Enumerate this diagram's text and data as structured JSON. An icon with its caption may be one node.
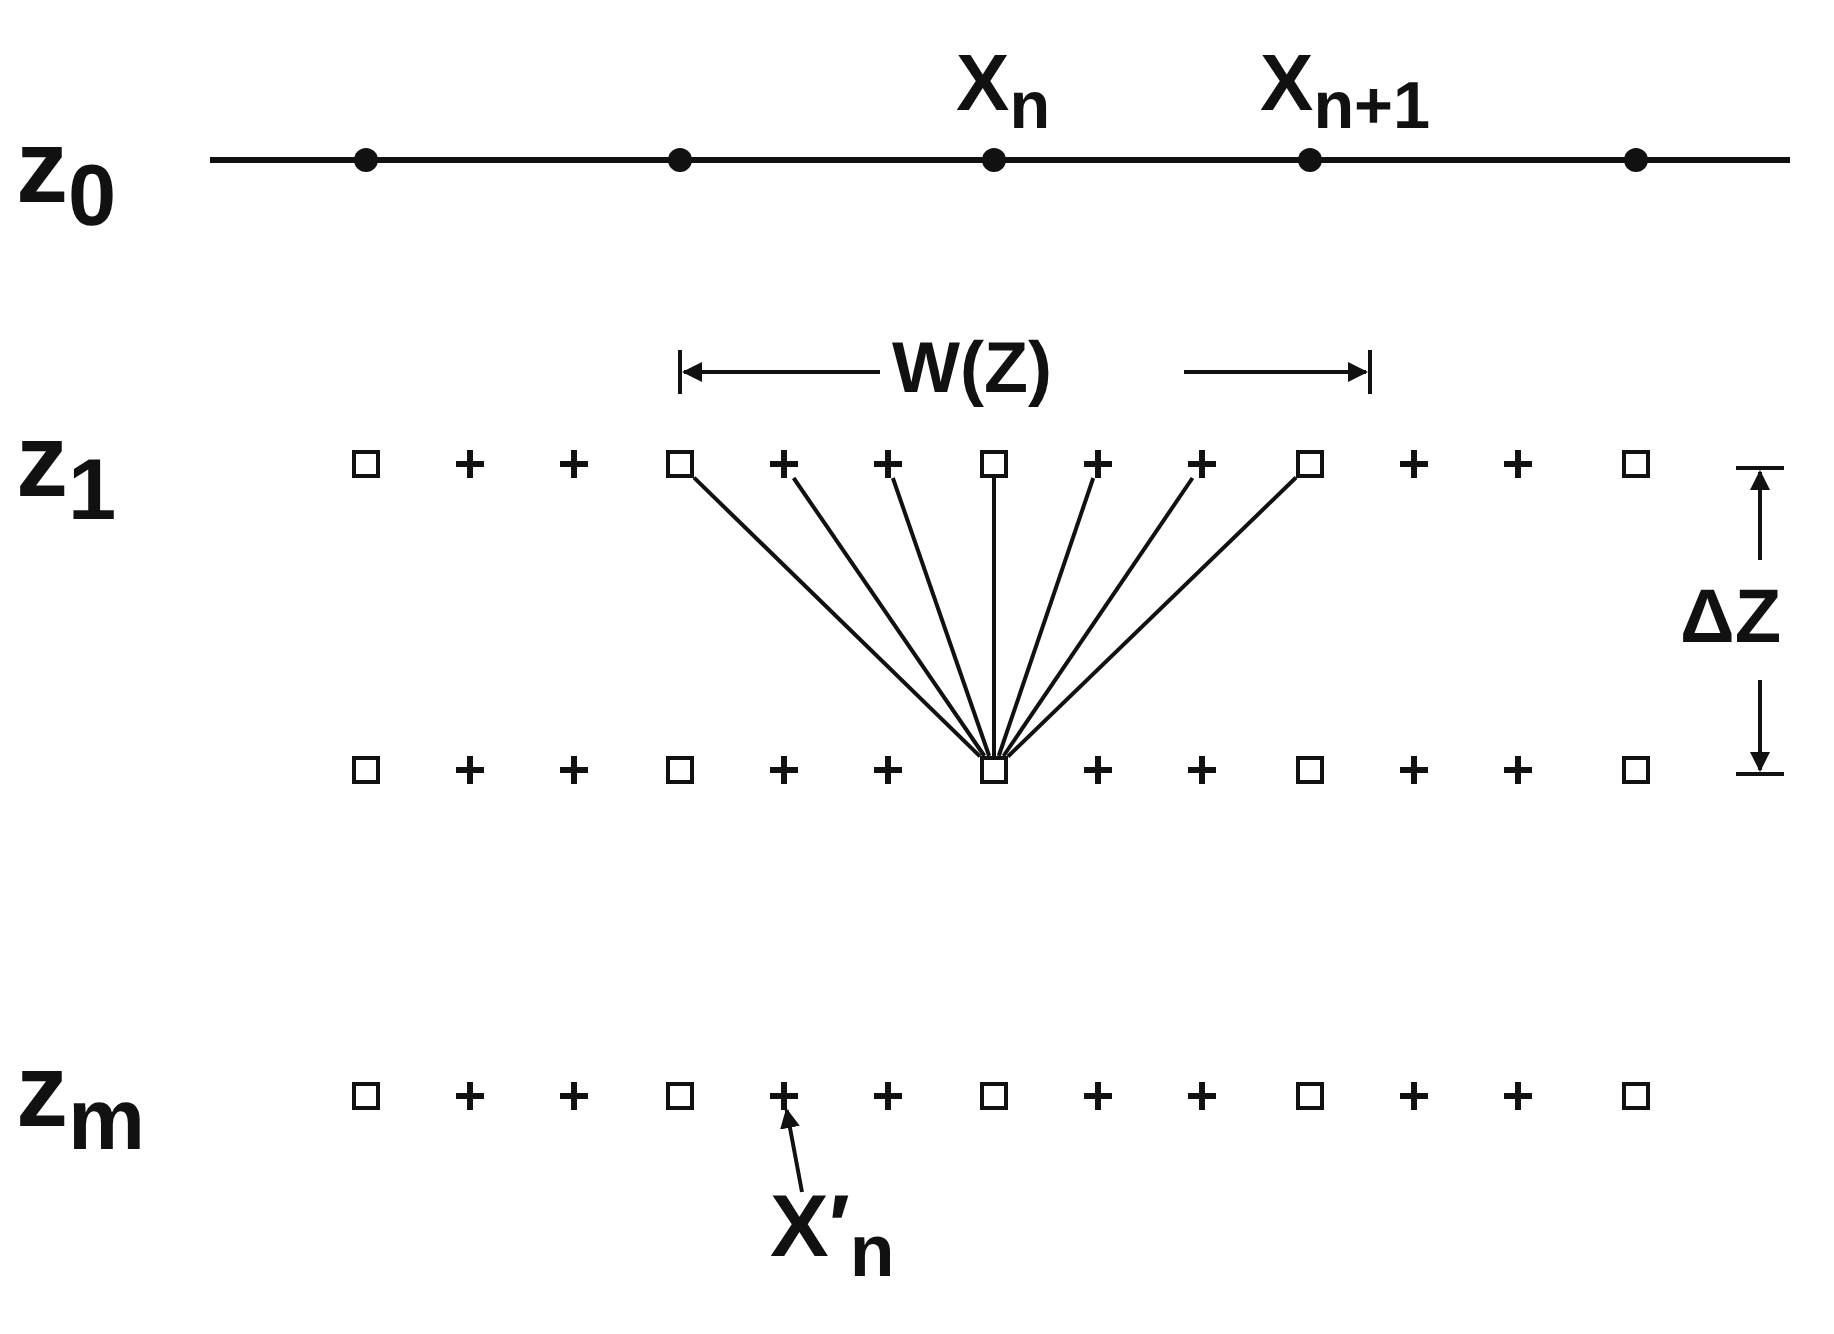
{
  "diagram": {
    "nodes": [
      {
        "text": [],
        "shape": "box"
      },
      {
        "text": [],
        "shape": "plus"
      },
      {
        "text": [],
        "shape": "plus"
      },
      {
        "text": [],
        "shape": "box"
      },
      {
        "text": [],
        "shape": "plus"
      },
      {
        "text": [],
        "shape": "plus"
      },
      {
        "text": [],
        "shape": "box"
      },
      {
        "text": [],
        "shape": "plus"
      },
      {
        "text": [],
        "shape": "plus"
      },
      {
        "text": [],
        "shape": "box"
      },
      {
        "text": [],
        "shape": "plus"
      },
      {
        "text": [],
        "shape": "plus"
      },
      {
        "text": [],
        "shape": "box"
      },
      {
        "text": [],
        "shape": "box"
      },
      {
        "text": [],
        "shape": "plus"
      },
      {
        "text": [],
        "shape": "plus"
      },
      {
        "text": [],
        "shape": "box"
      },
      {
        "text": [],
        "shape": "plus"
      },
      {
        "text": [],
        "shape": "plus"
      },
      {
        "text": [],
        "shape": "box"
      },
      {
        "text": [],
        "shape": "plus"
      },
      {
        "text": [],
        "shape": "plus"
      },
      {
        "text": [],
        "shape": "box"
      },
      {
        "text": [],
        "shape": "plus"
      },
      {
        "text": [],
        "shape": "plus"
      },
      {
        "text": [],
        "shape": "box"
      },
      {
        "text": [],
        "shape": "box"
      },
      {
        "text": [],
        "shape": "plus"
      },
      {
        "text": [],
        "shape": "plus"
      },
      {
        "text": [],
        "shape": "box"
      },
      {
        "text": [],
        "shape": "plus"
      },
      {
        "text": [],
        "shape": "plus"
      },
      {
        "text": [],
        "shape": "box"
      },
      {
        "text": [],
        "shape": "plus"
      },
      {
        "text": [],
        "shape": "plus"
      },
      {
        "text": [],
        "shape": "box"
      },
      {
        "text": [],
        "shape": "plus"
      },
      {
        "text": [],
        "shape": "plus"
      },
      {
        "text": [],
        "shape": "box"
      },
      {
        "text": [
          "X′$_{n}$"
        ]
      }
    ],
    "edges": [
      {
        "from": 3,
        "to": 19,
        "arrow": "none"
      },
      {
        "from": 4,
        "to": 19,
        "arrow": "none"
      },
      {
        "from": 5,
        "to": 19,
        "arrow": "none"
      },
      {
        "from": 6,
        "to": 19,
        "arrow": "none"
      },
      {
        "from": 7,
        "to": 19,
        "arrow": "none"
      },
      {
        "from": 8,
        "to": 19,
        "arrow": "none"
      },
      {
        "from": 9,
        "to": 19,
        "arrow": "none"
      },
      {
        "from": 39,
        "to": 30,
        "arrow": "to"
      }
    ],
    "labels": [
      "X$_{n}$",
      "X$_{n+1}$",
      "z$_{0}$",
      "W(Z)",
      "z$_{1}$",
      "ΔZ",
      "z$_{m}$"
    ]
  }
}
